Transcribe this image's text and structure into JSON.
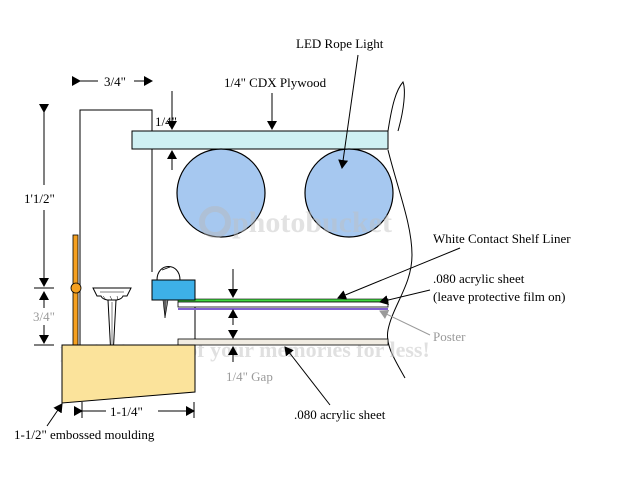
{
  "labels": {
    "rope_light": "LED Rope Light",
    "plywood": "1/4\" CDX Plywood",
    "dim_three_quarter_top": "3/4\"",
    "dim_quarter_top": "1/4\"",
    "dim_one_one_half": "1'1/2\"",
    "dim_three_quarter_left": "3/4\"",
    "shelf_liner": "White Contact Shelf Liner",
    "acrylic_080": ".080 acrylic sheet",
    "protective_film": "(leave protective film on)",
    "poster": "Poster",
    "gap": "1/4\" Gap",
    "acrylic_080_bottom": ".080 acrylic sheet",
    "dim_one_quarter_bottom": "1-1/4\"",
    "moulding": "1-1/2\" embossed moulding"
  },
  "watermark": "protect more of your memories for less!",
  "colors": {
    "plywood": "#cff0f3",
    "rope_light": "#a6c8f0",
    "moulding": "#fbe39b",
    "strip_green": "#40d840",
    "strip_purple": "#8060d0",
    "poster_label": "#9a9a9a"
  }
}
